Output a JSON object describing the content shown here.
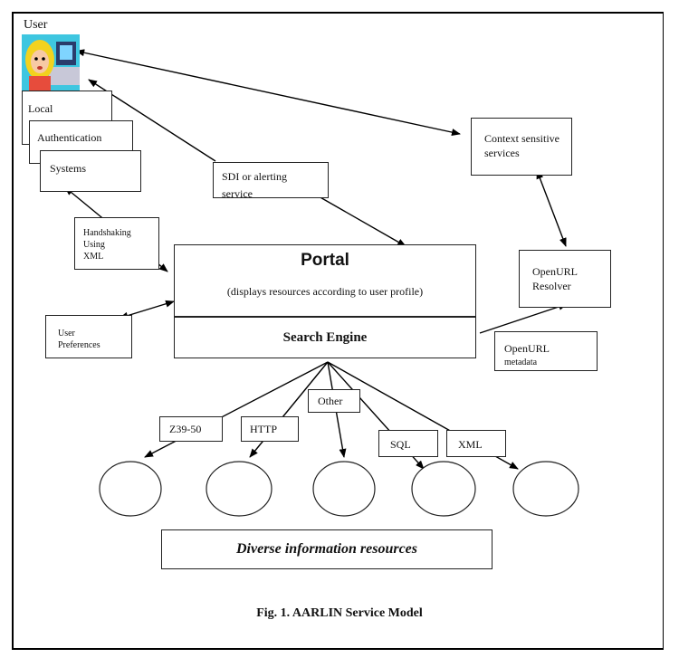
{
  "diagram": {
    "user_label": "User",
    "local_auth": {
      "line1": "Local",
      "line2": "Authentication",
      "line3": "Systems"
    },
    "context_services": {
      "line1": "Context sensitive",
      "line2": "services"
    },
    "sdi": {
      "line1": "SDI or alerting",
      "line2": "service"
    },
    "handshake": {
      "line1": "Handshaking",
      "line2": "Using",
      "line3": "XML"
    },
    "portal": {
      "title": "Portal",
      "subtitle": "(displays resources according to user profile)"
    },
    "openurl_resolver": {
      "line1": "OpenURL",
      "line2": "Resolver"
    },
    "user_prefs": {
      "line1": "User",
      "line2": "Preferences"
    },
    "search_engine": "Search Engine",
    "openurl_metadata": {
      "line1": "OpenURL",
      "line2": "metadata"
    },
    "protocols": [
      "Other",
      "Z39-50",
      "HTTP",
      "SQL",
      "XML"
    ],
    "resources_label": "Diverse information resources",
    "caption": "Fig. 1.  AARLIN Service Model"
  }
}
